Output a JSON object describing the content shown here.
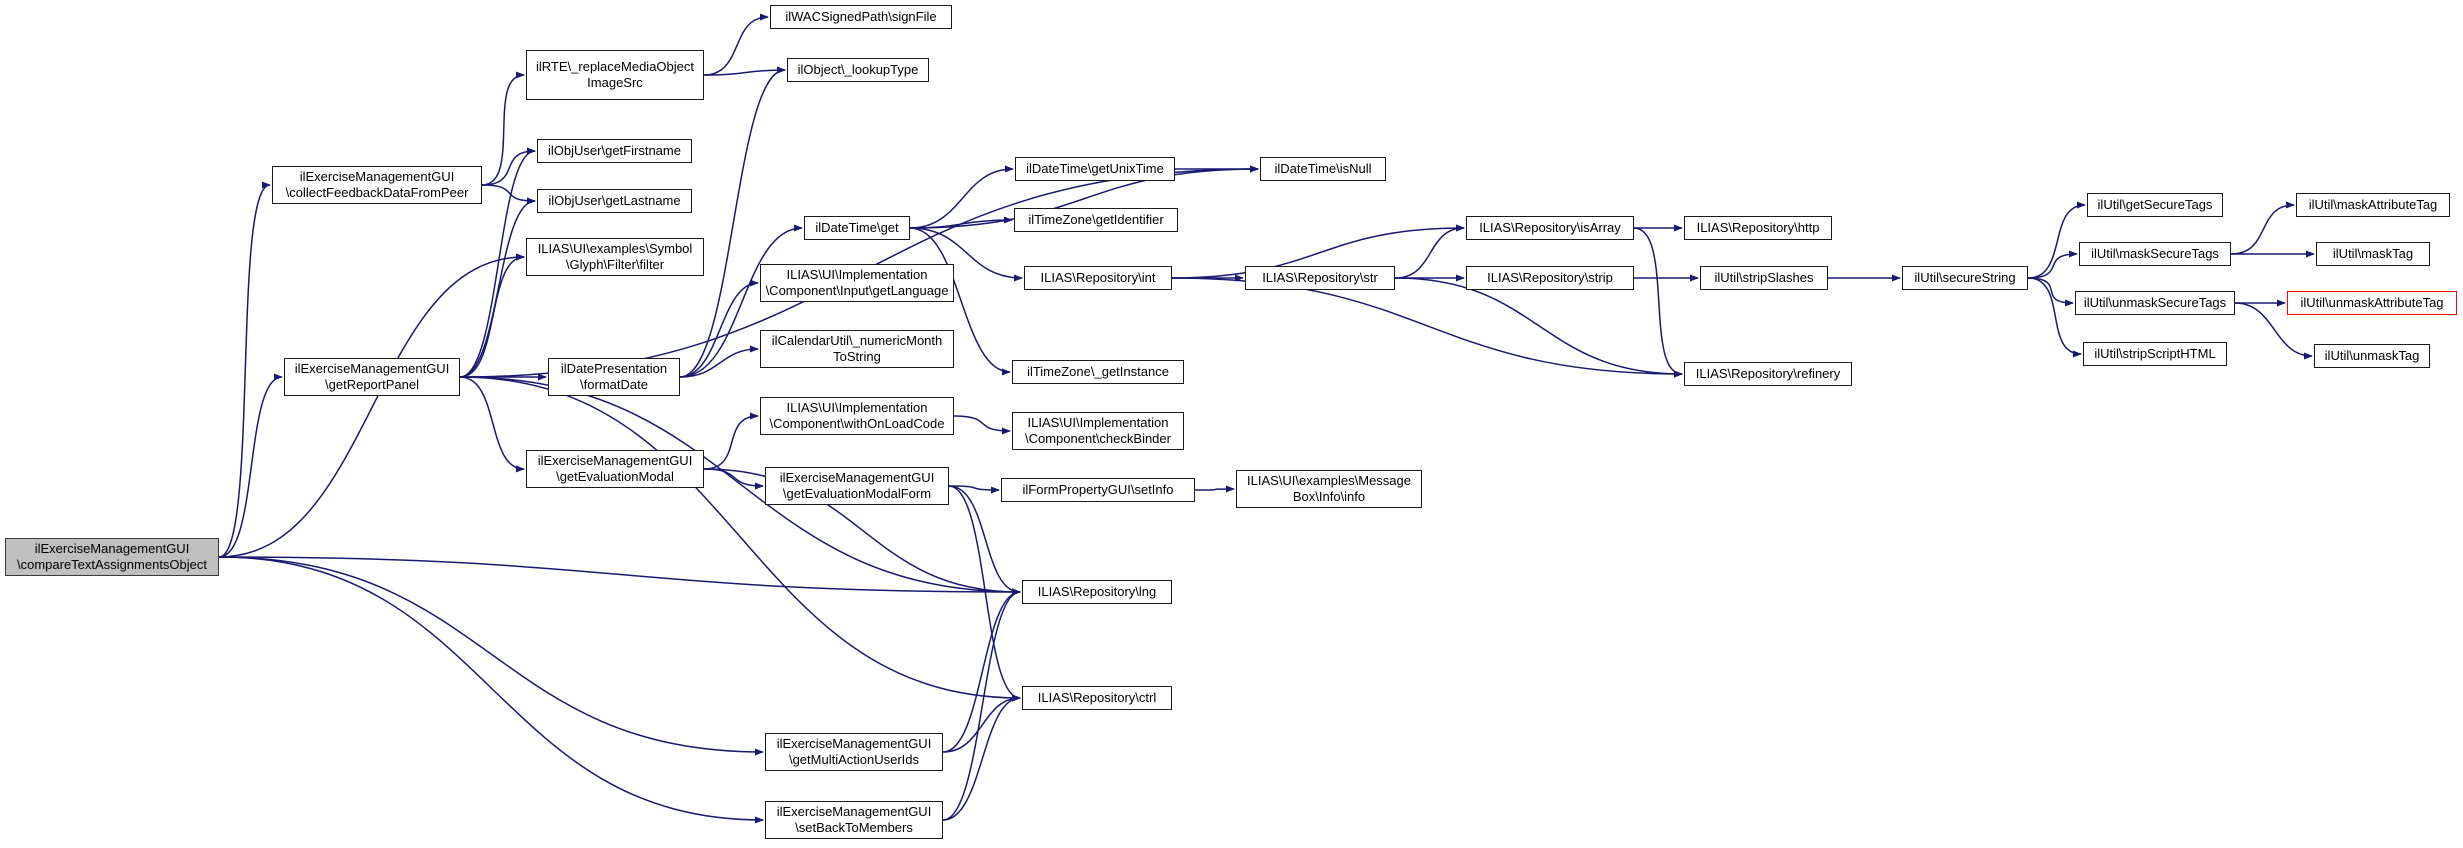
{
  "colors": {
    "edge": "#191970",
    "node_border": "#1a1a1a",
    "root_fill": "#bfbfbf",
    "highlight_border": "#ff0000"
  },
  "nodes": [
    {
      "id": "n1",
      "name": "node-compare-text-assignments-object",
      "lines": [
        "ilExerciseManagementGUI",
        "\\compareTextAssignmentsObject"
      ],
      "root": true
    },
    {
      "id": "n2",
      "name": "node-collect-feedback-data-from-peer",
      "lines": [
        "ilExerciseManagementGUI",
        "\\collectFeedbackDataFromPeer"
      ]
    },
    {
      "id": "n3",
      "name": "node-get-report-panel",
      "lines": [
        "ilExerciseManagementGUI",
        "\\getReportPanel"
      ]
    },
    {
      "id": "n4",
      "name": "node-get-multi-action-user-ids",
      "lines": [
        "ilExerciseManagementGUI",
        "\\getMultiActionUserIds"
      ]
    },
    {
      "id": "n5",
      "name": "node-set-back-to-members",
      "lines": [
        "ilExerciseManagementGUI",
        "\\setBackToMembers"
      ]
    },
    {
      "id": "n6",
      "name": "node-replace-media-object-image-src",
      "lines": [
        "ilRTE\\_replaceMediaObject",
        "ImageSrc"
      ]
    },
    {
      "id": "n7",
      "name": "node-get-firstname",
      "lines": [
        "ilObjUser\\getFirstname"
      ]
    },
    {
      "id": "n8",
      "name": "node-get-lastname",
      "lines": [
        "ilObjUser\\getLastname"
      ]
    },
    {
      "id": "n9",
      "name": "node-symbol-glyph-filter",
      "lines": [
        "ILIAS\\UI\\examples\\Symbol",
        "\\Glyph\\Filter\\filter"
      ]
    },
    {
      "id": "n10",
      "name": "node-format-date",
      "lines": [
        "ilDatePresentation",
        "\\formatDate"
      ]
    },
    {
      "id": "n11",
      "name": "node-get-evaluation-modal",
      "lines": [
        "ilExerciseManagementGUI",
        "\\getEvaluationModal"
      ]
    },
    {
      "id": "n12",
      "name": "node-sign-file",
      "lines": [
        "ilWACSignedPath\\signFile"
      ]
    },
    {
      "id": "n13",
      "name": "node-lookup-type",
      "lines": [
        "ilObject\\_lookupType"
      ]
    },
    {
      "id": "n14",
      "name": "node-datetime-get",
      "lines": [
        "ilDateTime\\get"
      ]
    },
    {
      "id": "n15",
      "name": "node-input-get-language",
      "lines": [
        "ILIAS\\UI\\Implementation",
        "\\Component\\Input\\getLanguage"
      ]
    },
    {
      "id": "n16",
      "name": "node-numeric-month-to-string",
      "lines": [
        "ilCalendarUtil\\_numericMonth",
        "ToString"
      ]
    },
    {
      "id": "n17",
      "name": "node-with-on-load-code",
      "lines": [
        "ILIAS\\UI\\Implementation",
        "\\Component\\withOnLoadCode"
      ]
    },
    {
      "id": "n18",
      "name": "node-get-evaluation-modal-form",
      "lines": [
        "ilExerciseManagementGUI",
        "\\getEvaluationModalForm"
      ]
    },
    {
      "id": "n19",
      "name": "node-repository-lng",
      "lines": [
        "ILIAS\\Repository\\lng"
      ]
    },
    {
      "id": "n20",
      "name": "node-repository-ctrl",
      "lines": [
        "ILIAS\\Repository\\ctrl"
      ]
    },
    {
      "id": "n21",
      "name": "node-get-unix-time",
      "lines": [
        "ilDateTime\\getUnixTime"
      ]
    },
    {
      "id": "n22",
      "name": "node-timezone-get-identifier",
      "lines": [
        "ilTimeZone\\getIdentifier"
      ]
    },
    {
      "id": "n23",
      "name": "node-repository-int",
      "lines": [
        "ILIAS\\Repository\\int"
      ]
    },
    {
      "id": "n24",
      "name": "node-timezone-get-instance",
      "lines": [
        "ilTimeZone\\_getInstance"
      ]
    },
    {
      "id": "n25",
      "name": "node-check-binder",
      "lines": [
        "ILIAS\\UI\\Implementation",
        "\\Component\\checkBinder"
      ]
    },
    {
      "id": "n26",
      "name": "node-form-property-set-info",
      "lines": [
        "ilFormPropertyGUI\\setInfo"
      ]
    },
    {
      "id": "n27",
      "name": "node-datetime-is-null",
      "lines": [
        "ilDateTime\\isNull"
      ]
    },
    {
      "id": "n28",
      "name": "node-repository-str",
      "lines": [
        "ILIAS\\Repository\\str"
      ]
    },
    {
      "id": "n29",
      "name": "node-message-box-info",
      "lines": [
        "ILIAS\\UI\\examples\\Message",
        "Box\\Info\\info"
      ]
    },
    {
      "id": "n30",
      "name": "node-repository-is-array",
      "lines": [
        "ILIAS\\Repository\\isArray"
      ]
    },
    {
      "id": "n31",
      "name": "node-repository-strip",
      "lines": [
        "ILIAS\\Repository\\strip"
      ]
    },
    {
      "id": "n32",
      "name": "node-repository-http",
      "lines": [
        "ILIAS\\Repository\\http"
      ]
    },
    {
      "id": "n33",
      "name": "node-strip-slashes",
      "lines": [
        "ilUtil\\stripSlashes"
      ]
    },
    {
      "id": "n34",
      "name": "node-repository-refinery",
      "lines": [
        "ILIAS\\Repository\\refinery"
      ]
    },
    {
      "id": "n35",
      "name": "node-secure-string",
      "lines": [
        "ilUtil\\secureString"
      ]
    },
    {
      "id": "n36",
      "name": "node-get-secure-tags",
      "lines": [
        "ilUtil\\getSecureTags"
      ]
    },
    {
      "id": "n37",
      "name": "node-mask-secure-tags",
      "lines": [
        "ilUtil\\maskSecureTags"
      ]
    },
    {
      "id": "n38",
      "name": "node-unmask-secure-tags",
      "lines": [
        "ilUtil\\unmaskSecureTags"
      ]
    },
    {
      "id": "n39",
      "name": "node-strip-script-html",
      "lines": [
        "ilUtil\\stripScriptHTML"
      ]
    },
    {
      "id": "n40",
      "name": "node-mask-attribute-tag",
      "lines": [
        "ilUtil\\maskAttributeTag"
      ]
    },
    {
      "id": "n41",
      "name": "node-mask-tag",
      "lines": [
        "ilUtil\\maskTag"
      ]
    },
    {
      "id": "n42",
      "name": "node-unmask-attribute-tag",
      "lines": [
        "ilUtil\\unmaskAttributeTag"
      ],
      "highlight": true
    },
    {
      "id": "n43",
      "name": "node-unmask-tag",
      "lines": [
        "ilUtil\\unmaskTag"
      ]
    }
  ],
  "edges": [
    [
      "n1",
      "n2"
    ],
    [
      "n1",
      "n3"
    ],
    [
      "n1",
      "n9"
    ],
    [
      "n1",
      "n19"
    ],
    [
      "n1",
      "n4"
    ],
    [
      "n1",
      "n5"
    ],
    [
      "n2",
      "n6"
    ],
    [
      "n2",
      "n7"
    ],
    [
      "n2",
      "n8"
    ],
    [
      "n6",
      "n12"
    ],
    [
      "n6",
      "n13"
    ],
    [
      "n3",
      "n7"
    ],
    [
      "n3",
      "n8"
    ],
    [
      "n3",
      "n9"
    ],
    [
      "n3",
      "n10"
    ],
    [
      "n3",
      "n11"
    ],
    [
      "n3",
      "n27"
    ],
    [
      "n3",
      "n19"
    ],
    [
      "n3",
      "n20"
    ],
    [
      "n10",
      "n13"
    ],
    [
      "n10",
      "n14"
    ],
    [
      "n10",
      "n15"
    ],
    [
      "n10",
      "n16"
    ],
    [
      "n11",
      "n17"
    ],
    [
      "n11",
      "n18"
    ],
    [
      "n11",
      "n19"
    ],
    [
      "n17",
      "n25"
    ],
    [
      "n18",
      "n26"
    ],
    [
      "n18",
      "n19"
    ],
    [
      "n18",
      "n20"
    ],
    [
      "n26",
      "n29"
    ],
    [
      "n4",
      "n19"
    ],
    [
      "n4",
      "n20"
    ],
    [
      "n5",
      "n19"
    ],
    [
      "n5",
      "n20"
    ],
    [
      "n14",
      "n21"
    ],
    [
      "n14",
      "n22"
    ],
    [
      "n14",
      "n27"
    ],
    [
      "n14",
      "n23"
    ],
    [
      "n14",
      "n24"
    ],
    [
      "n21",
      "n27"
    ],
    [
      "n23",
      "n30"
    ],
    [
      "n23",
      "n28"
    ],
    [
      "n23",
      "n34"
    ],
    [
      "n28",
      "n30"
    ],
    [
      "n28",
      "n31"
    ],
    [
      "n28",
      "n34"
    ],
    [
      "n30",
      "n32"
    ],
    [
      "n30",
      "n34"
    ],
    [
      "n31",
      "n33"
    ],
    [
      "n33",
      "n35"
    ],
    [
      "n35",
      "n36"
    ],
    [
      "n35",
      "n37"
    ],
    [
      "n35",
      "n38"
    ],
    [
      "n35",
      "n39"
    ],
    [
      "n37",
      "n40"
    ],
    [
      "n37",
      "n41"
    ],
    [
      "n38",
      "n42"
    ],
    [
      "n38",
      "n43"
    ]
  ]
}
